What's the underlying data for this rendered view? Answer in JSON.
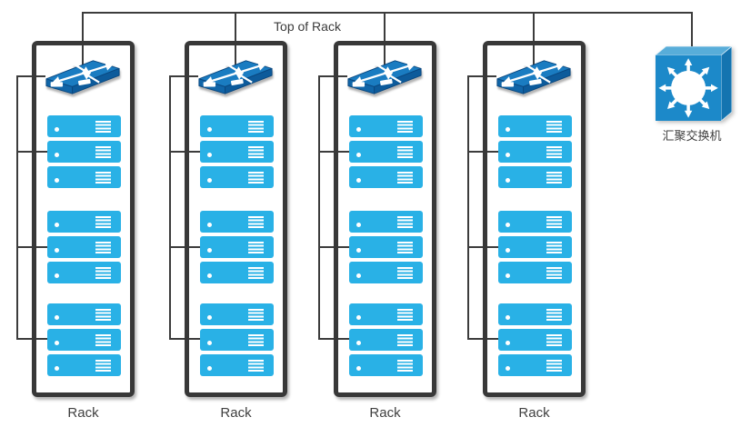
{
  "diagram": {
    "top_bus_label": "Top of Rack",
    "aggregation_switch": {
      "label": "汇聚交换机",
      "icon": "aggregation-switch-icon"
    },
    "racks": [
      {
        "label": "Rack"
      },
      {
        "label": "Rack"
      },
      {
        "label": "Rack"
      },
      {
        "label": "Rack"
      }
    ],
    "rack_contents": {
      "tor_switch_icon": "tor-switch-icon",
      "server_icon": "server-icon",
      "server_groups": 3,
      "servers_per_group": 3,
      "servers_total": 9
    },
    "colors": {
      "server_fill": "#29B1E6",
      "tor_switch_top": "#1A7CC1",
      "tor_switch_front": "#1065A8",
      "tor_switch_side": "#0D5B9B",
      "aggregation_front": "#1C89C9",
      "aggregation_top": "#58ADD9",
      "aggregation_side": "#1474B0",
      "connector_line": "#3C3C3C",
      "rack_border": "#383838",
      "label_text": "#3F3F3F"
    }
  }
}
